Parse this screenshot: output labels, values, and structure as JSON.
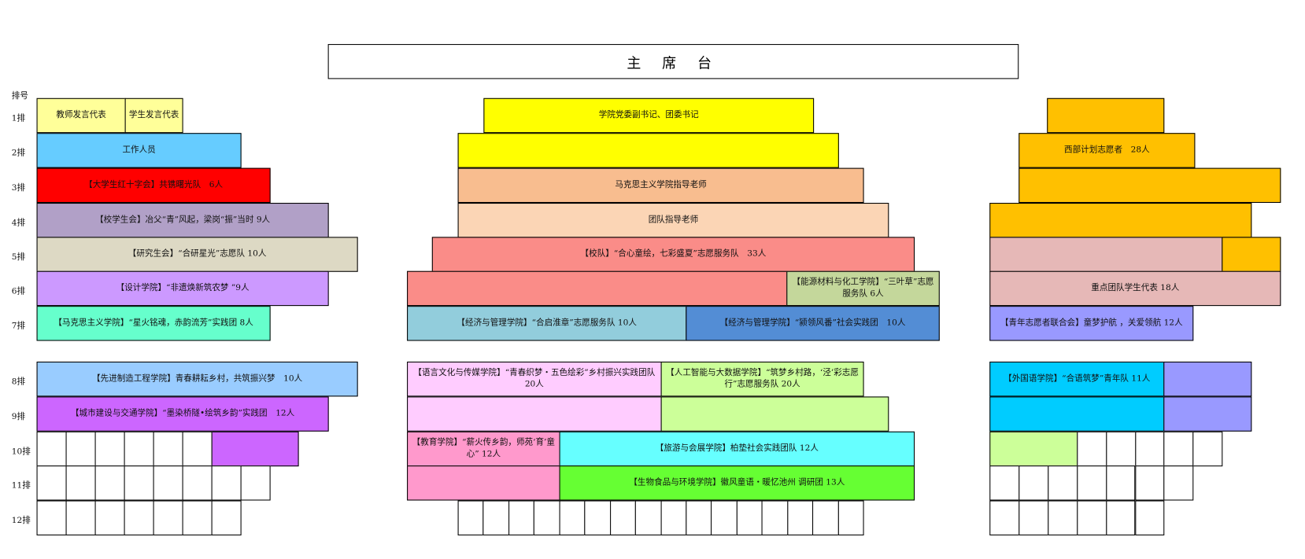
{
  "title": "主 席 台",
  "row_header": "排号",
  "rows": [
    "1排",
    "2排",
    "3排",
    "4排",
    "5排",
    "6排",
    "7排",
    "8排",
    "9排",
    "10排",
    "11排",
    "12排"
  ],
  "left": {
    "r1a": "教师发言代表",
    "r1b": "学生发言代表",
    "r2": "工作人员",
    "r3": "【大学生红十字会】共镌曙光队　6人",
    "r4": "【校学生会】冶父“青”风起，梁岗“振”当时  9人",
    "r5": "【研究生会】“合研星光”志愿队  10人",
    "r6": "【设计学院】“非遗焕新筑农梦 ”9人",
    "r7": "【马克思主义学院】“星火铭魂，赤韵流芳”实践团  8人",
    "r8": "【先进制造工程学院】青春耕耘乡村，共筑振兴梦　10人",
    "r9": "【城市建设与交通学院】“墨染桥隧•绘筑乡韵”实践团　12人"
  },
  "middle": {
    "r1": "学院党委副书记、团委书记",
    "r3": "马克思主义学院指导老师",
    "r4": "团队指导老师",
    "r5": "【校队】“合心童绘，七彩盛夏”志愿服务队　33人",
    "r6b": "【能源材料与化工学院】“三叶草”志愿服务队 6人",
    "r7a": "【经济与管理学院】“合启淮章”志愿服务队 10人",
    "r7b": "【经济与管理学院】“颍领风番”社会实践团　10人",
    "r8a": "【语言文化与传媒学院】“青春织梦・五色绘彩”乡村振兴实践团队 20人",
    "r8b": "【人工智能与大数据学院】“筑梦乡村路，‘泾’彩志愿行”志愿服务队 20人",
    "r10a": "【教育学院】“薪火传乡韵，师苑‘育’童心” 12人",
    "r10b": "【旅游与会展学院】柏垫社会实践团队 12人",
    "r11b": "【生物食品与环境学院】徽风童语・暖忆池州 调研团 13人"
  },
  "right": {
    "r2": "西部计划志愿者　28人",
    "r6": "重点团队学生代表 18人",
    "r7": "【青年志愿者联合会】童梦护航 ，关爱领航 12人",
    "r8": "【外国语学院】“合语筑梦”青年队 11人"
  }
}
